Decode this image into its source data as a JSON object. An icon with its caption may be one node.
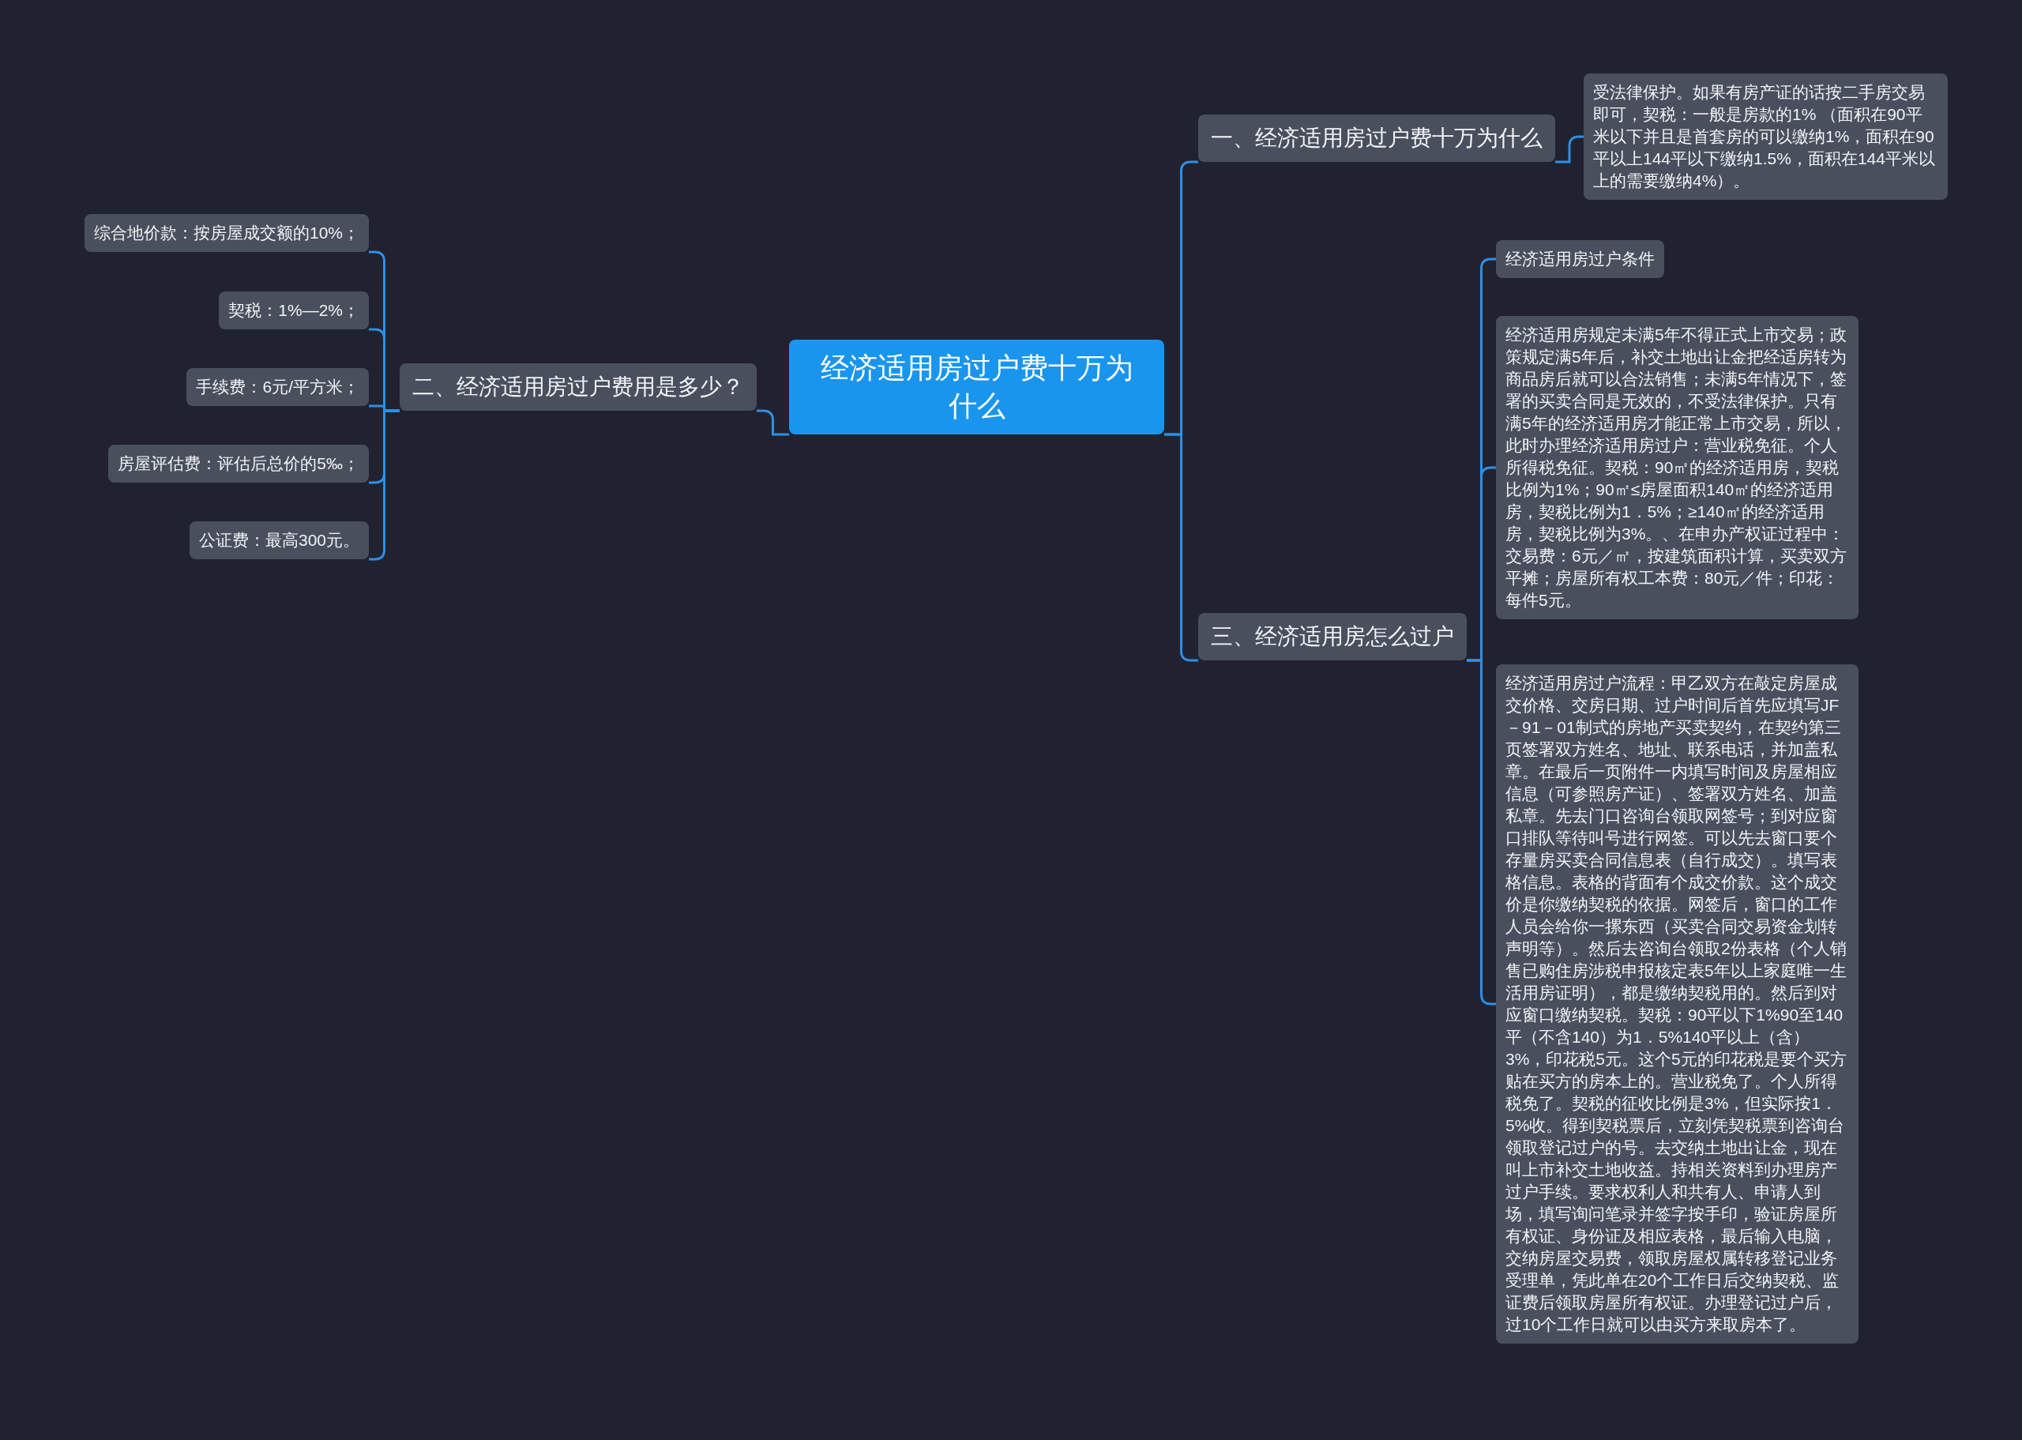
{
  "diagram": {
    "nodes": [
      {
        "text": [
          "经济适用房过户费十万为什么"
        ]
      },
      {
        "text": [
          "一、经济适用房过户费十万为什么"
        ]
      },
      {
        "text": [
          "受法律保护。如果有房产证的话按二手房交易即可，契税：一般是房款的1% （面积在90平米以下并且是首套房的可以缴纳1%，面积在90平以上144平以下缴纳1.5%，面积在144平米以上的需要缴纳4%）。"
        ]
      },
      {
        "text": [
          "二、经济适用房过户费用是多少？"
        ]
      },
      {
        "text": [
          "综合地价款：按房屋成交额的10%；"
        ]
      },
      {
        "text": [
          "契税：1%—2%；"
        ]
      },
      {
        "text": [
          "手续费：6元/平方米；"
        ]
      },
      {
        "text": [
          "房屋评估费：评估后总价的5‰；"
        ]
      },
      {
        "text": [
          "公证费：最高300元。"
        ]
      },
      {
        "text": [
          "三、经济适用房怎么过户"
        ]
      },
      {
        "text": [
          "经济适用房过户条件"
        ]
      },
      {
        "text": [
          "经济适用房规定未满5年不得正式上市交易；政策规定满5年后，补交土地出让金把经适房转为商品房后就可以合法销售；未满5年情况下，签署的买卖合同是无效的，不受法律保护。只有满5年的经济适用房才能正常上市交易，所以，此时办理经济适用房过户：营业税免征。个人所得税免征。契税：90㎡的经济适用房，契税比例为1%；90㎡≤房屋面积140㎡的经济适用房，契税比例为1．5%；≥140㎡的经济适用房，契税比例为3%。、在申办产权证过程中：交易费：6元／㎡，按建筑面积计算，买卖双方平摊；房屋所有权工本费：80元／件；印花：每件5元。"
        ]
      },
      {
        "text": [
          "经济适用房过户流程：甲乙双方在敲定房屋成交价格、交房日期、过户时间后首先应填写JF－91－01制式的房地产买卖契约，在契约第三页签署双方姓名、地址、联系电话，并加盖私章。在最后一页附件一内填写时间及房屋相应信息（可参照房产证）、签署双方姓名、加盖私章。先去门口咨询台领取网签号；到对应窗口排队等待叫号进行网签。可以先去窗口要个存量房买卖合同信息表（自行成交）。填写表格信息。表格的背面有个成交价款。这个成交价是你缴纳契税的依据。网签后，窗口的工作人员会给你一摞东西（买卖合同交易资金划转声明等）。然后去咨询台领取2份表格（个人销售已购住房涉税申报核定表5年以上家庭唯一生活用房证明），都是缴纳契税用的。然后到对应窗口缴纳契税。契税：90平以下1%90至140平（不含140）为1．5%140平以上（含）3%，印花税5元。这个5元的印花税是要个买方贴在买方的房本上的。营业税免了。个人所得税免了。契税的征收比例是3%，但实际按1．5%收。得到契税票后，立刻凭契税票到咨询台领取登记过户的号。去交纳土地出让金，现在叫上市补交土地收益。持相关资料到办理房产过户手续。要求权利人和共有人、申请人到场，填写询问笔录并签字按手印，验证房屋所有权证、身份证及相应表格，最后输入电脑，交纳房屋交易费，领取房屋权属转移登记业务受理单，凭此单在20个工作日后交纳契税、监证费后领取房屋所有权证。办理登记过户后，过10个工作日就可以由买方来取房本了。"
        ]
      }
    ],
    "edges": [
      {
        "from": 0,
        "to": 1,
        "arrow": "none"
      },
      {
        "from": 1,
        "to": 2,
        "arrow": "none"
      },
      {
        "from": 0,
        "to": 3,
        "arrow": "none"
      },
      {
        "from": 3,
        "to": 4,
        "arrow": "none"
      },
      {
        "from": 3,
        "to": 5,
        "arrow": "none"
      },
      {
        "from": 3,
        "to": 6,
        "arrow": "none"
      },
      {
        "from": 3,
        "to": 7,
        "arrow": "none"
      },
      {
        "from": 3,
        "to": 8,
        "arrow": "none"
      },
      {
        "from": 0,
        "to": 9,
        "arrow": "none"
      },
      {
        "from": 9,
        "to": 10,
        "arrow": "none"
      },
      {
        "from": 9,
        "to": 11,
        "arrow": "none"
      },
      {
        "from": 9,
        "to": 12,
        "arrow": "none"
      }
    ]
  }
}
